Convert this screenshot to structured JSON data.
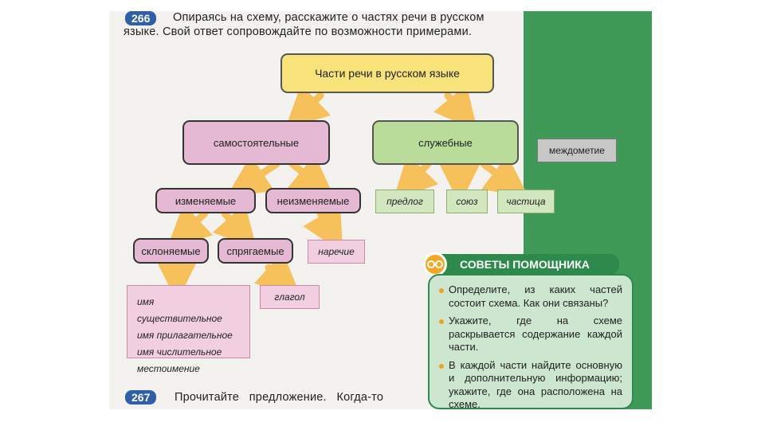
{
  "task266": {
    "number": "266",
    "line1": "Опираясь на схему, расскажите о частях речи в русском",
    "line2": "языке. Свой ответ сопровождайте по возможности примерами."
  },
  "diagram": {
    "root": "Части речи в русском языке",
    "independent": "самостоятельные",
    "service": "служебные",
    "interjection": "междометие",
    "changeable": "изменяемые",
    "unchangeable": "неизменяемые",
    "declinable": "склоняемые",
    "conjugable": "спрягаемые",
    "adverb": "наречие",
    "verb": "глагол",
    "preposition": "предлог",
    "conjunction": "союз",
    "particle": "частица",
    "nominal_list": [
      "имя существительное",
      "имя прилагательное",
      "имя числительное",
      "местоимение"
    ]
  },
  "helper": {
    "title": "СОВЕТЫ ПОМОЩНИКА",
    "tips": [
      "Определите, из каких частей состоит схема. Как они связаны?",
      "Укажите, где на схеме раскрывается содержание каждой части.",
      "В каждой части найдите основную и дополнительную информацию; укажите, где она расположена на схеме."
    ]
  },
  "task267": {
    "number": "267",
    "text": "Прочитайте   предложение.   Когда-то"
  },
  "colors": {
    "yellow": "#f7e37a",
    "pink": "#e5b8d4",
    "green": "#b9dc9a",
    "arrow": "#f6c15a",
    "badge": "#2e5fa8"
  }
}
